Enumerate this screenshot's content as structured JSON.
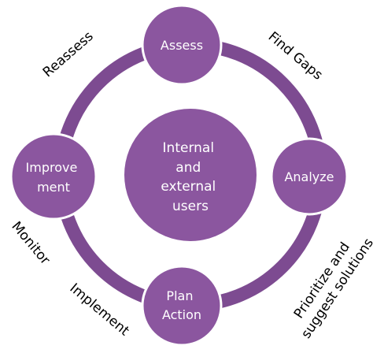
{
  "colors": {
    "ring": "#7d4b91",
    "node_fill": "#8b569f",
    "node_stroke": "#ffffff",
    "node_text": "#ffffff",
    "edge_text": "#000000"
  },
  "center": {
    "lines": [
      "Internal",
      "and",
      "external",
      "users"
    ]
  },
  "nodes": {
    "assess": {
      "lines": [
        "Assess"
      ]
    },
    "analyze": {
      "lines": [
        "Analyze"
      ]
    },
    "plan_action": {
      "lines": [
        "Plan",
        "Action"
      ]
    },
    "improvement": {
      "lines": [
        "Improve",
        "ment"
      ]
    }
  },
  "edge_labels": {
    "find_gaps": "Find Gaps",
    "prioritize": [
      "Prioritize and",
      "suggest solutions"
    ],
    "implement": "Implement",
    "monitor": "Monitor",
    "reassess": "Reassess"
  }
}
